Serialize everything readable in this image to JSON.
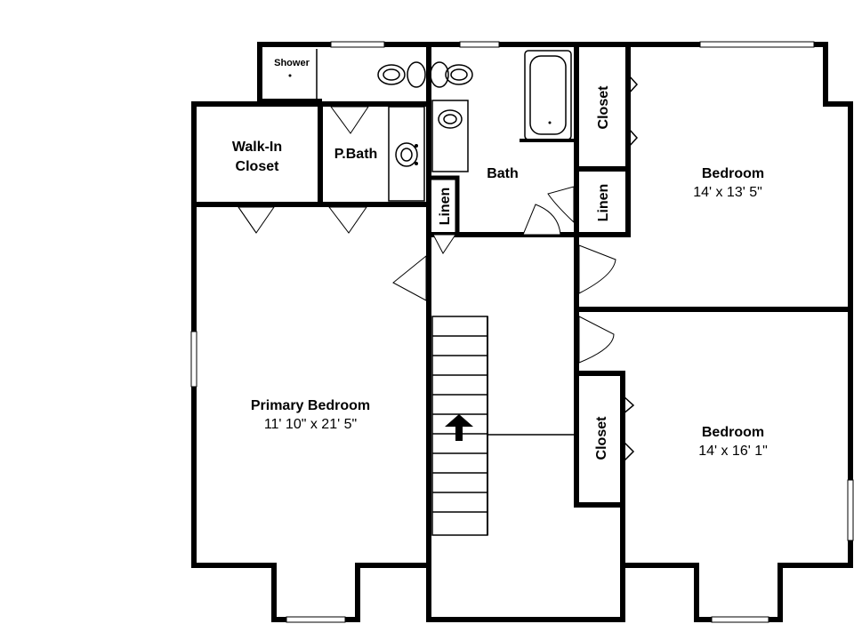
{
  "rooms": {
    "shower": {
      "name": "Shower"
    },
    "walk_in_closet": {
      "line1": "Walk-In",
      "line2": "Closet"
    },
    "p_bath": {
      "name": "P.Bath"
    },
    "bath": {
      "name": "Bath"
    },
    "linen_left": {
      "name": "Linen"
    },
    "linen_right": {
      "name": "Linen"
    },
    "closet_top": {
      "name": "Closet"
    },
    "closet_bottom": {
      "name": "Closet"
    },
    "bedroom_top": {
      "name": "Bedroom",
      "dims": "14' x 13' 5\""
    },
    "bedroom_bottom": {
      "name": "Bedroom",
      "dims": "14' x 16' 1\""
    },
    "primary_bedroom": {
      "name": "Primary Bedroom",
      "dims": "11' 10\" x 21' 5\""
    }
  },
  "colors": {
    "wall": "#000000",
    "background": "#ffffff"
  }
}
